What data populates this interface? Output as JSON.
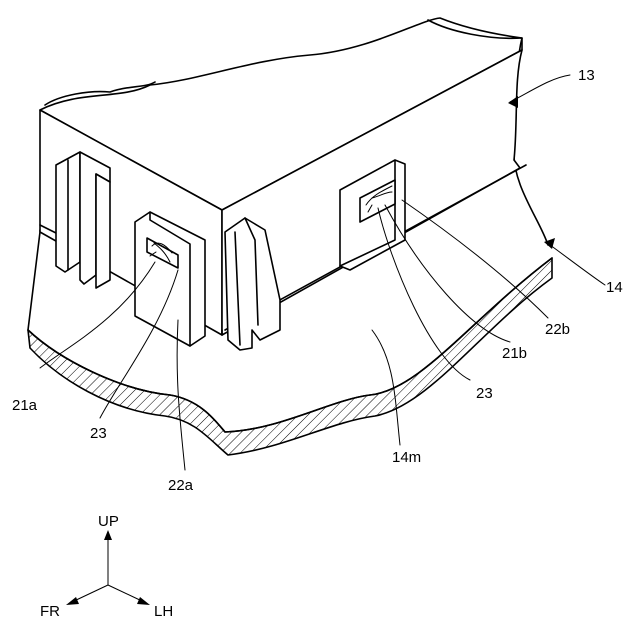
{
  "labels": {
    "ref_13": "13",
    "ref_14": "14",
    "ref_14m": "14m",
    "ref_21a": "21a",
    "ref_21b": "21b",
    "ref_22a": "22a",
    "ref_22b": "22b",
    "ref_23_left": "23",
    "ref_23_right": "23"
  },
  "axes": {
    "up": "UP",
    "front": "FR",
    "left_hand": "LH"
  }
}
